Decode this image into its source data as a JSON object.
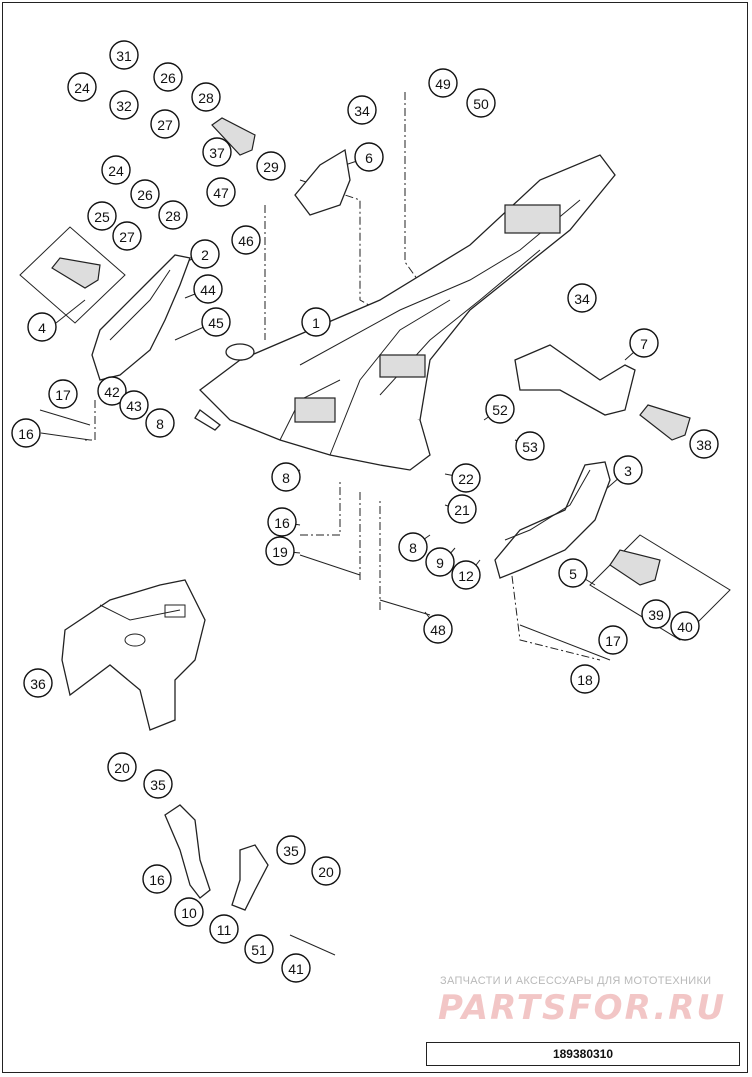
{
  "diagram": {
    "callouts": [
      {
        "id": "c1",
        "label": "1"
      },
      {
        "id": "c2",
        "label": "2"
      },
      {
        "id": "c3",
        "label": "3"
      },
      {
        "id": "c4",
        "label": "4"
      },
      {
        "id": "c5",
        "label": "5"
      },
      {
        "id": "c6",
        "label": "6"
      },
      {
        "id": "c7",
        "label": "7"
      },
      {
        "id": "c8a",
        "label": "8"
      },
      {
        "id": "c8b",
        "label": "8"
      },
      {
        "id": "c8c",
        "label": "8"
      },
      {
        "id": "c9",
        "label": "9"
      },
      {
        "id": "c10",
        "label": "10"
      },
      {
        "id": "c11",
        "label": "11"
      },
      {
        "id": "c12",
        "label": "12"
      },
      {
        "id": "c16a",
        "label": "16"
      },
      {
        "id": "c16b",
        "label": "16"
      },
      {
        "id": "c16c",
        "label": "16"
      },
      {
        "id": "c17a",
        "label": "17"
      },
      {
        "id": "c17b",
        "label": "17"
      },
      {
        "id": "c18",
        "label": "18"
      },
      {
        "id": "c19",
        "label": "19"
      },
      {
        "id": "c20a",
        "label": "20"
      },
      {
        "id": "c20b",
        "label": "20"
      },
      {
        "id": "c21",
        "label": "21"
      },
      {
        "id": "c22",
        "label": "22"
      },
      {
        "id": "c24a",
        "label": "24"
      },
      {
        "id": "c24b",
        "label": "24"
      },
      {
        "id": "c25",
        "label": "25"
      },
      {
        "id": "c26a",
        "label": "26"
      },
      {
        "id": "c26b",
        "label": "26"
      },
      {
        "id": "c27a",
        "label": "27"
      },
      {
        "id": "c27b",
        "label": "27"
      },
      {
        "id": "c28a",
        "label": "28"
      },
      {
        "id": "c28b",
        "label": "28"
      },
      {
        "id": "c29",
        "label": "29"
      },
      {
        "id": "c31",
        "label": "31"
      },
      {
        "id": "c32",
        "label": "32"
      },
      {
        "id": "c34a",
        "label": "34"
      },
      {
        "id": "c34b",
        "label": "34"
      },
      {
        "id": "c35a",
        "label": "35"
      },
      {
        "id": "c35b",
        "label": "35"
      },
      {
        "id": "c36",
        "label": "36"
      },
      {
        "id": "c37",
        "label": "37"
      },
      {
        "id": "c38",
        "label": "38"
      },
      {
        "id": "c39",
        "label": "39"
      },
      {
        "id": "c40",
        "label": "40"
      },
      {
        "id": "c41",
        "label": "41"
      },
      {
        "id": "c42",
        "label": "42"
      },
      {
        "id": "c43",
        "label": "43"
      },
      {
        "id": "c44",
        "label": "44"
      },
      {
        "id": "c45",
        "label": "45"
      },
      {
        "id": "c46",
        "label": "46"
      },
      {
        "id": "c47",
        "label": "47"
      },
      {
        "id": "c48",
        "label": "48"
      },
      {
        "id": "c49",
        "label": "49"
      },
      {
        "id": "c50",
        "label": "50"
      },
      {
        "id": "c51",
        "label": "51"
      },
      {
        "id": "c52",
        "label": "52"
      },
      {
        "id": "c53",
        "label": "53"
      }
    ]
  },
  "watermark": {
    "caption": "ЗАПЧАСТИ И АКСЕССУАРЫ ДЛЯ МОТОТЕХНИКИ",
    "brand": "PARTSFOR.RU"
  },
  "footer": {
    "diagram_number": "189380310"
  },
  "colors": {
    "line": "#222222",
    "watermark_brand": "#f2c6c6",
    "watermark_caption": "#b9b9b9"
  }
}
